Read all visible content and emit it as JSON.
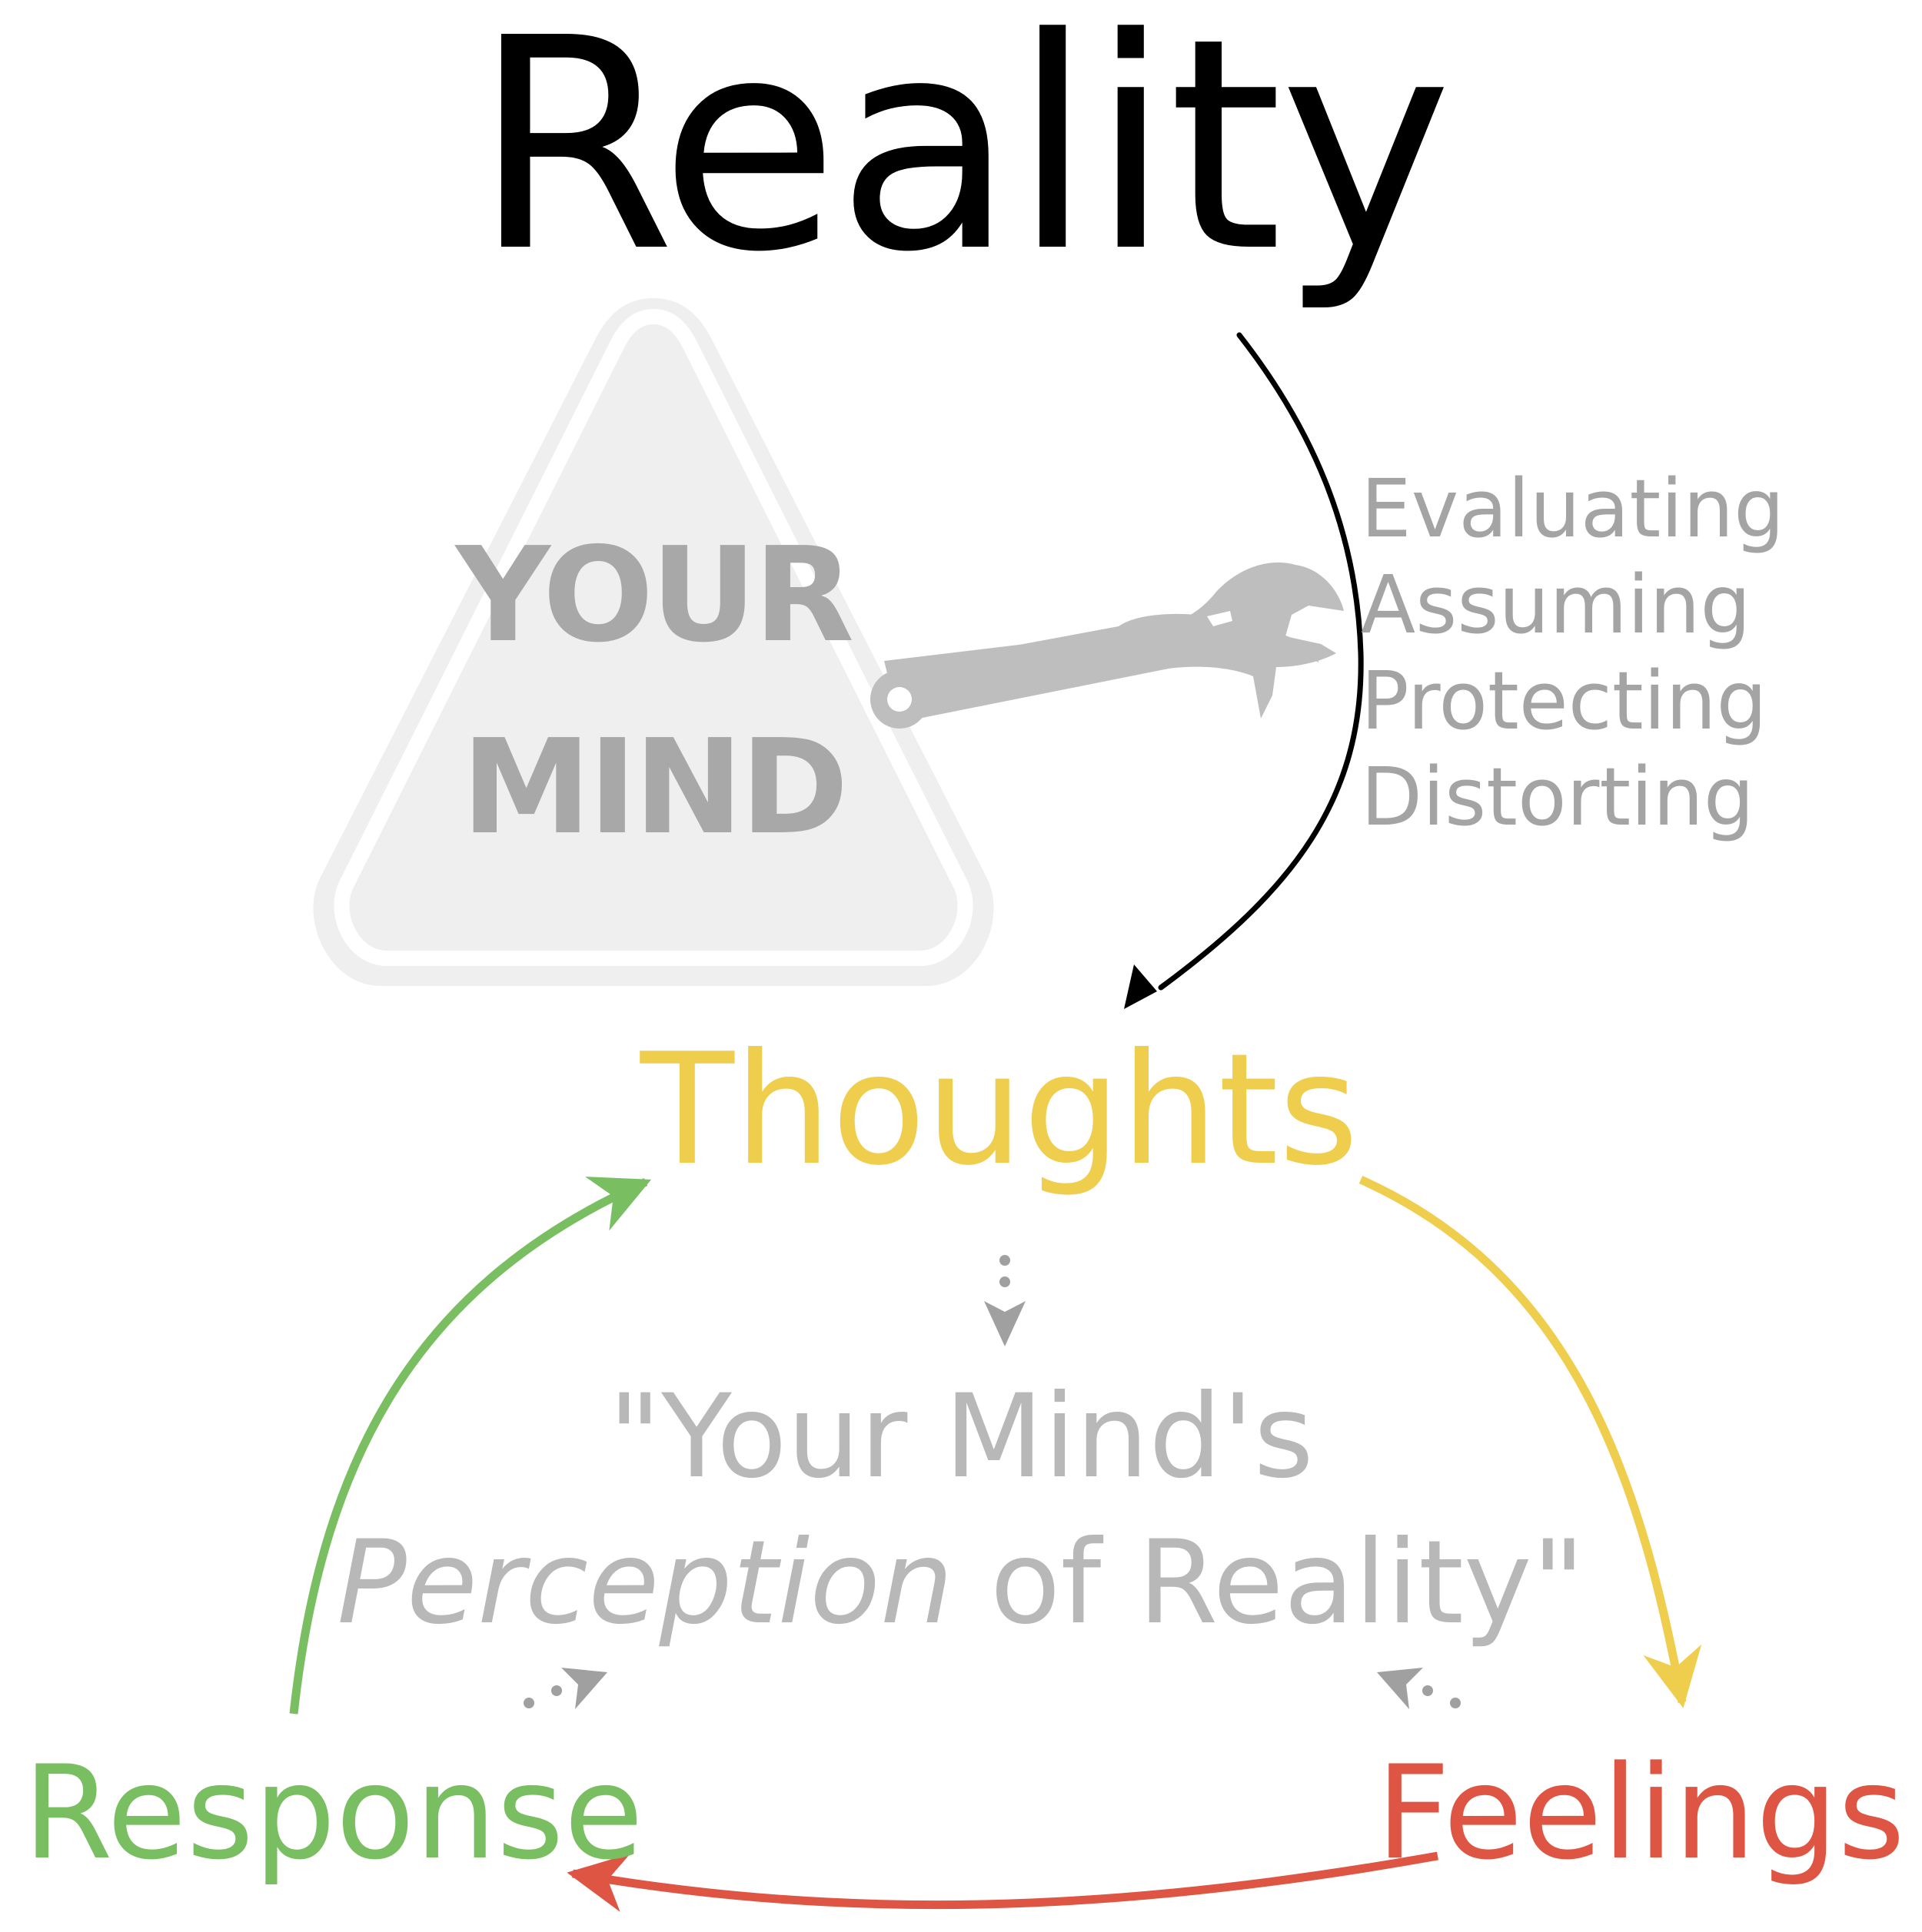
{
  "title": "Reality",
  "mind": {
    "line1": "YOUR",
    "line2": "MIND"
  },
  "processes": [
    "Evaluating",
    "Assuming",
    "Protecting",
    "Distorting"
  ],
  "thoughts": "Thoughts",
  "perception": {
    "line1": "\"Your Mind's",
    "line2_italic": "Perception",
    "line2_rest": " of Reality\""
  },
  "response": "Response",
  "feelings": "Feelings",
  "colors": {
    "reality": "#000000",
    "mind_fill": "#efefef",
    "mind_text": "#a8a8a8",
    "wrench": "#bebebe",
    "processes": "#a4a4a4",
    "thoughts": "#efcd4d",
    "perception": "#b8b8b8",
    "response": "#79bf62",
    "feelings": "#de5643"
  }
}
